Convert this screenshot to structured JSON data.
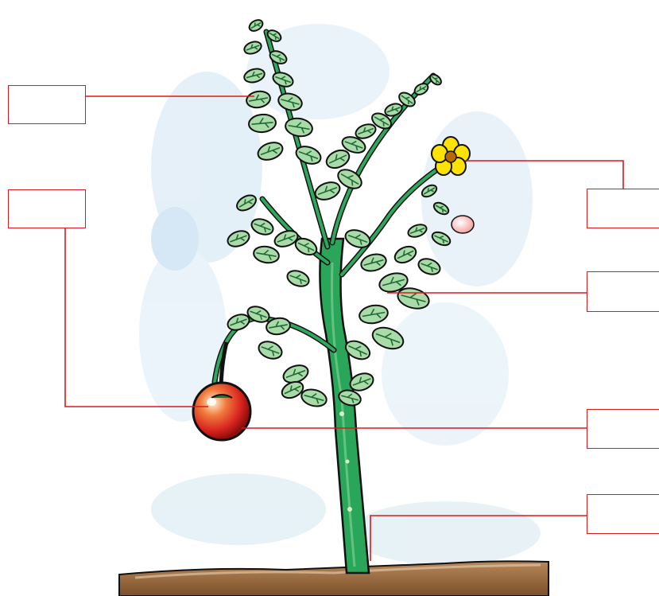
{
  "labels": {
    "leaves": "",
    "fruit_left": "",
    "flower": "",
    "branch": "",
    "fruit_right": "",
    "stem": ""
  },
  "colors": {
    "leader_line": "#d8191f",
    "leaf_fill": "#a9dba8",
    "leaf_vein": "#1f6b35",
    "stem_fill": "#2aa65a",
    "flower_fill": "#ffe300",
    "flower_center": "#b86a00",
    "fruit_fill": "#e0322a",
    "soil_fill": "#9b6b3e",
    "sky_wash": "#d6ebf7",
    "outline": "#111111"
  },
  "icons": [
    "tomato-plant",
    "flower",
    "tomato-fruit",
    "soil",
    "bud"
  ]
}
